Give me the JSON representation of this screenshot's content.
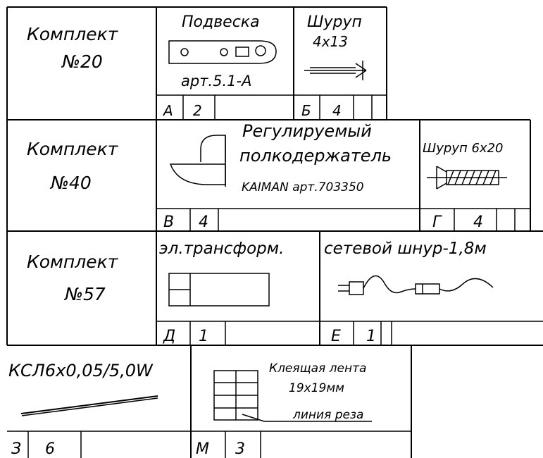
{
  "kits": [
    {
      "name_line1": "Комплект",
      "name_line2": "№20",
      "items": [
        {
          "title": "Подвеска",
          "subtitle": "арт.5.1-А",
          "icon": "hanger-bracket-icon",
          "letter": "А",
          "qty": "2"
        },
        {
          "title": "Шуруп",
          "subtitle": "4х13",
          "icon": "screw-icon",
          "letter": "Б",
          "qty": "4"
        }
      ]
    },
    {
      "name_line1": "Комплект",
      "name_line2": "№40",
      "items": [
        {
          "title_line1": "Регулируемый",
          "title_line2": "полкодержатель",
          "subtitle": "KAIMAN арт.703350",
          "icon": "shelf-holder-icon",
          "letter": "В",
          "qty": "4"
        },
        {
          "title": "Шуруп 6х20",
          "icon": "screw-icon",
          "letter": "Г",
          "qty": "4"
        }
      ]
    },
    {
      "name_line1": "Комплект",
      "name_line2": "№57",
      "items": [
        {
          "title": "эл.трансформ.",
          "icon": "transformer-icon",
          "letter": "Д",
          "qty": "1"
        },
        {
          "title": "сетевой шнур-1,8м",
          "icon": "power-cord-icon",
          "letter": "Е",
          "qty": "1"
        }
      ]
    },
    {
      "name_line1": "КСЛ6х0,05/5,0W",
      "items": [
        {
          "title": "КСЛ6х0,05/5,0W",
          "icon": "led-strip-icon",
          "letter": "З",
          "qty": "6"
        },
        {
          "title_line1": "Клеящая лента",
          "title_line2": "19х19мм",
          "note": "линия реза",
          "icon": "adhesive-tape-icon",
          "letter": "М",
          "qty": "3"
        }
      ]
    }
  ]
}
